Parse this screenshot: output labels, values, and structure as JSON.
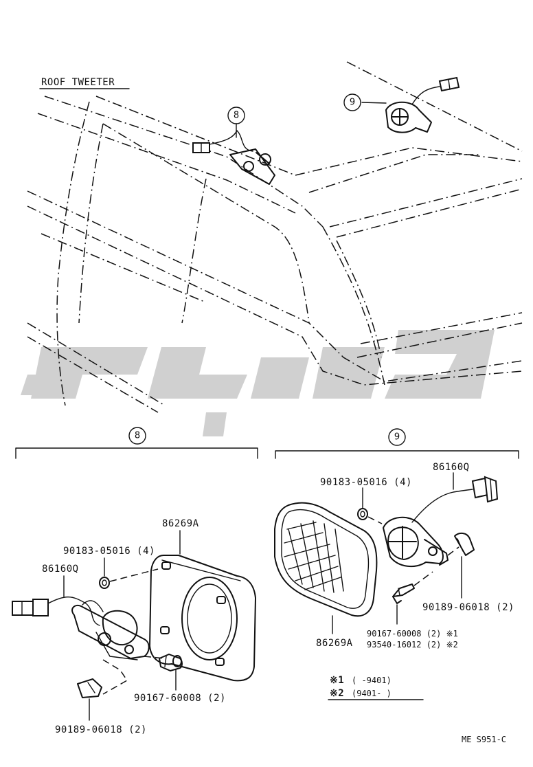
{
  "section_title": "ROOF TWEETER",
  "callouts": {
    "c8": "8",
    "c9": "9"
  },
  "parts_left": {
    "p1": "86269A",
    "p2": "90183-05016 (4)",
    "p3": "86160Q",
    "p4": "90167-60008 (2)",
    "p5": "90189-06018 (2)"
  },
  "parts_right": {
    "p1": "90183-05016 (4)",
    "p2": "86160Q",
    "p3": "90189-06018 (2)",
    "p4": "90167-60008 (2) ※1",
    "p5": "93540-16012 (2) ※2",
    "p6": "86269A"
  },
  "notes": {
    "n1_mark": "※1",
    "n1_text": "(      -9401)",
    "n2_mark": "※2",
    "n2_text": "(9401-      )"
  },
  "footer_code": "ME S951-C"
}
